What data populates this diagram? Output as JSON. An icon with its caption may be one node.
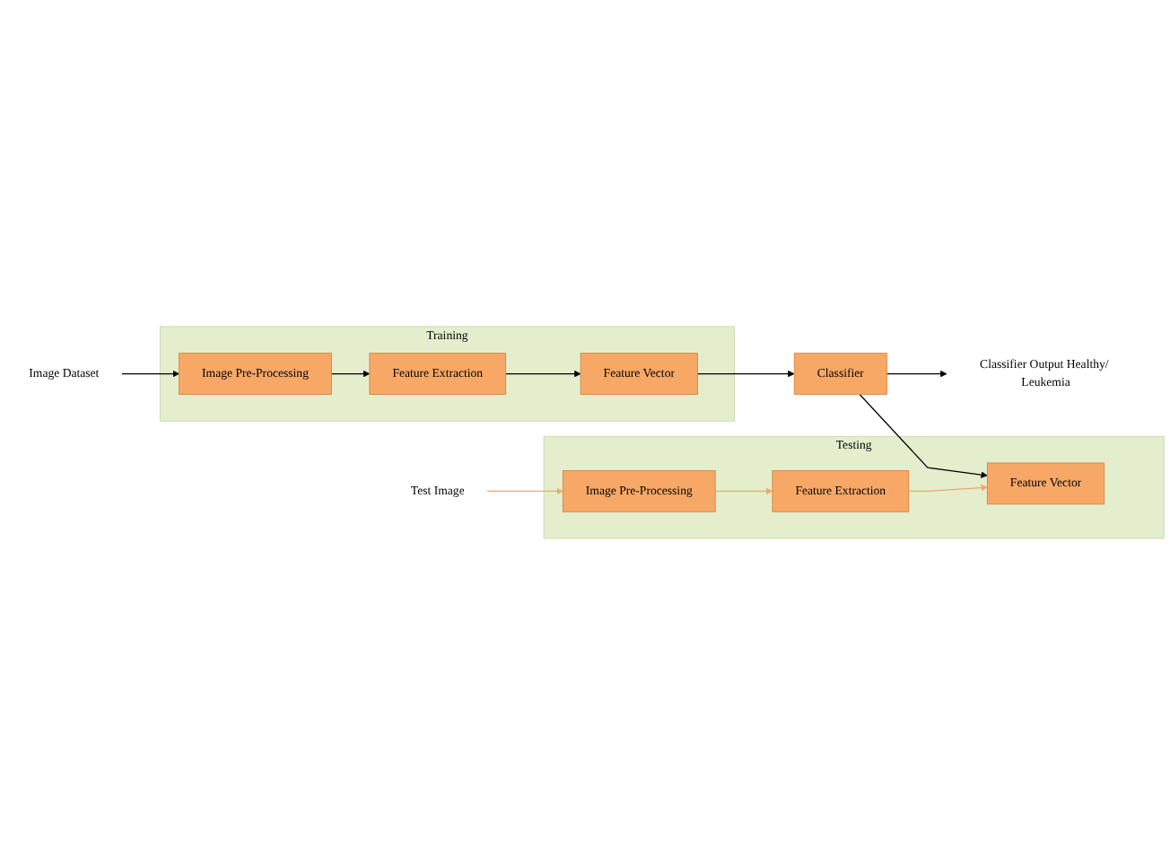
{
  "diagram": {
    "nodes": [
      {
        "text": [
          "Image Dataset"
        ]
      },
      {
        "text": [
          "Training"
        ]
      },
      {
        "text": [
          "Image Pre-Processing"
        ],
        "in": 1
      },
      {
        "text": [
          "Feature Extraction"
        ],
        "in": 1
      },
      {
        "text": [
          "Feature Vector"
        ],
        "in": 1
      },
      {
        "text": [
          "Classifier"
        ]
      },
      {
        "text": [
          "Classifier Output Healthy/ Leukemia"
        ]
      },
      {
        "text": [
          "Testing"
        ]
      },
      {
        "text": [
          "Test Image"
        ]
      },
      {
        "text": [
          "Image Pre-Processing"
        ],
        "in": 7
      },
      {
        "text": [
          "Feature Extraction"
        ],
        "in": 7
      },
      {
        "text": [
          "Feature Vector"
        ],
        "in": 7
      }
    ],
    "edges": [
      {
        "from": 0,
        "to": 2,
        "arrow": "to"
      },
      {
        "from": 2,
        "to": 3,
        "arrow": "to"
      },
      {
        "from": 3,
        "to": 4,
        "arrow": "to"
      },
      {
        "from": 4,
        "to": 5,
        "arrow": "to"
      },
      {
        "from": 5,
        "to": 6,
        "arrow": "to"
      },
      {
        "from": 5,
        "to": 11,
        "arrow": "to"
      },
      {
        "from": 8,
        "to": 9,
        "arrow": "to",
        "color": "#f4a46a"
      },
      {
        "from": 9,
        "to": 10,
        "arrow": "to",
        "color": "#f4a46a"
      },
      {
        "from": 10,
        "to": 11,
        "arrow": "to",
        "color": "#f4a46a"
      }
    ]
  }
}
